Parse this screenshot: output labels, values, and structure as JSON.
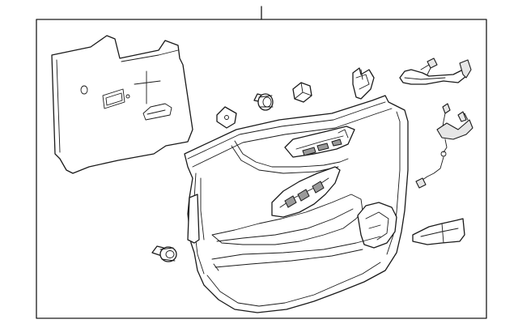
{
  "diagram": {
    "kind": "exploded parts diagram",
    "colors": {
      "line": "#1a1a1a",
      "background": "#ffffff",
      "shade": "#e6e6e6"
    },
    "parts": [
      {
        "name": "water-deflector",
        "icon": "water-deflector-icon"
      },
      {
        "name": "push-pin-clip",
        "icon": "clip-icon"
      },
      {
        "name": "door-trim-panel",
        "icon": "door-panel-icon"
      },
      {
        "name": "retainer-plug",
        "icon": "plug-icon"
      },
      {
        "name": "hex-nut",
        "icon": "nut-icon"
      },
      {
        "name": "bracket",
        "icon": "bracket-icon"
      },
      {
        "name": "wiring-harness-upper",
        "icon": "harness-icon"
      },
      {
        "name": "wiring-harness-lower",
        "icon": "harness-icon"
      },
      {
        "name": "insulator",
        "icon": "insulator-icon"
      },
      {
        "name": "lower-clip",
        "icon": "clip-icon"
      }
    ]
  }
}
